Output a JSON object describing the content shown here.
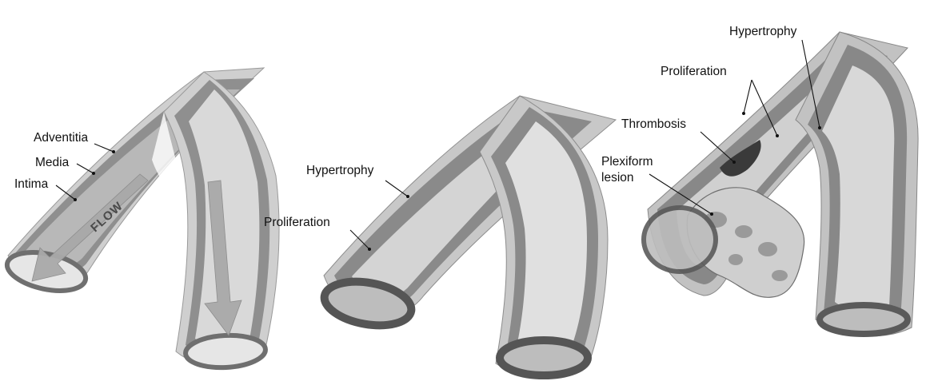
{
  "colors": {
    "adventitia": "#cfcfcf",
    "media": "#8f8f8f",
    "intima": "#b8b8b8",
    "lumen": "#e6e6e6",
    "cut_face": "#6f6f6f",
    "arrow": "#a9a9a9",
    "lesion": "#c9c9c9",
    "thrombus": "#3a3a3a",
    "label_text": "#111111"
  },
  "panel_normal": {
    "labels": {
      "adventitia": "Adventitia",
      "media": "Media",
      "intima": "Intima"
    },
    "flow_text": "FLOW",
    "icons": [
      "flow-arrow-icon",
      "flow-arrow-icon"
    ]
  },
  "panel_remodeling": {
    "labels": {
      "hypertrophy": "Hypertrophy",
      "proliferation": "Proliferation"
    }
  },
  "panel_advanced": {
    "labels": {
      "hypertrophy": "Hypertrophy",
      "proliferation": "Proliferation",
      "thrombosis": "Thrombosis",
      "plexiform_line1": "Plexiform",
      "plexiform_line2": "lesion"
    }
  }
}
